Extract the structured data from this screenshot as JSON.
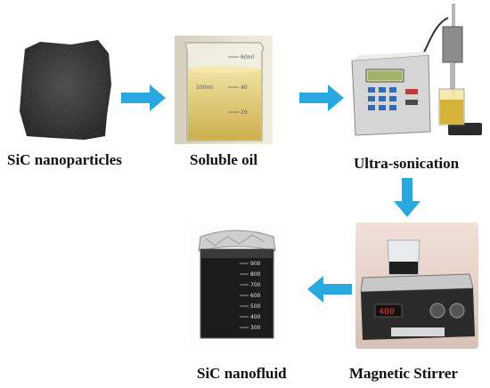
{
  "steps": [
    {
      "label": "SiC nanoparticles",
      "icon": "black-powder-image"
    },
    {
      "label": "Soluble oil",
      "icon": "oil-beaker-image"
    },
    {
      "label": "Ultra-sonication",
      "icon": "ultrasonicator-image"
    },
    {
      "label": "Magnetic Stirrer",
      "icon": "magnetic-stirrer-image"
    },
    {
      "label": "SiC nanofluid",
      "icon": "nanofluid-beaker-image"
    }
  ],
  "beaker_marks": {
    "oil": [
      "60ml",
      "100ml",
      "40",
      "20"
    ],
    "fluid": [
      "900",
      "800",
      "700",
      "600",
      "500",
      "400",
      "300"
    ]
  },
  "stirrer_display": "400",
  "colors": {
    "arrow": "#29a8e0",
    "powder": "#1a1a1a",
    "oil": "#d9c45a"
  }
}
